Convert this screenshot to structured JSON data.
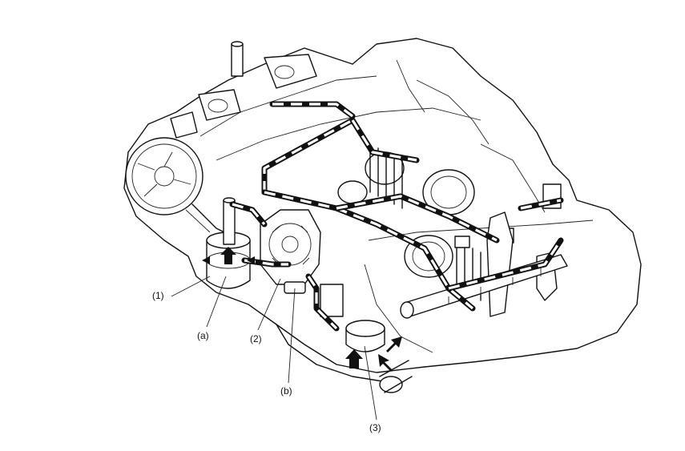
{
  "labels": {
    "part1": "(1)",
    "part2": "(2)",
    "part3": "(3)",
    "point_a": "(a)",
    "point_b": "(b)"
  },
  "colors": {
    "line": "#111111",
    "background": "#ffffff"
  }
}
